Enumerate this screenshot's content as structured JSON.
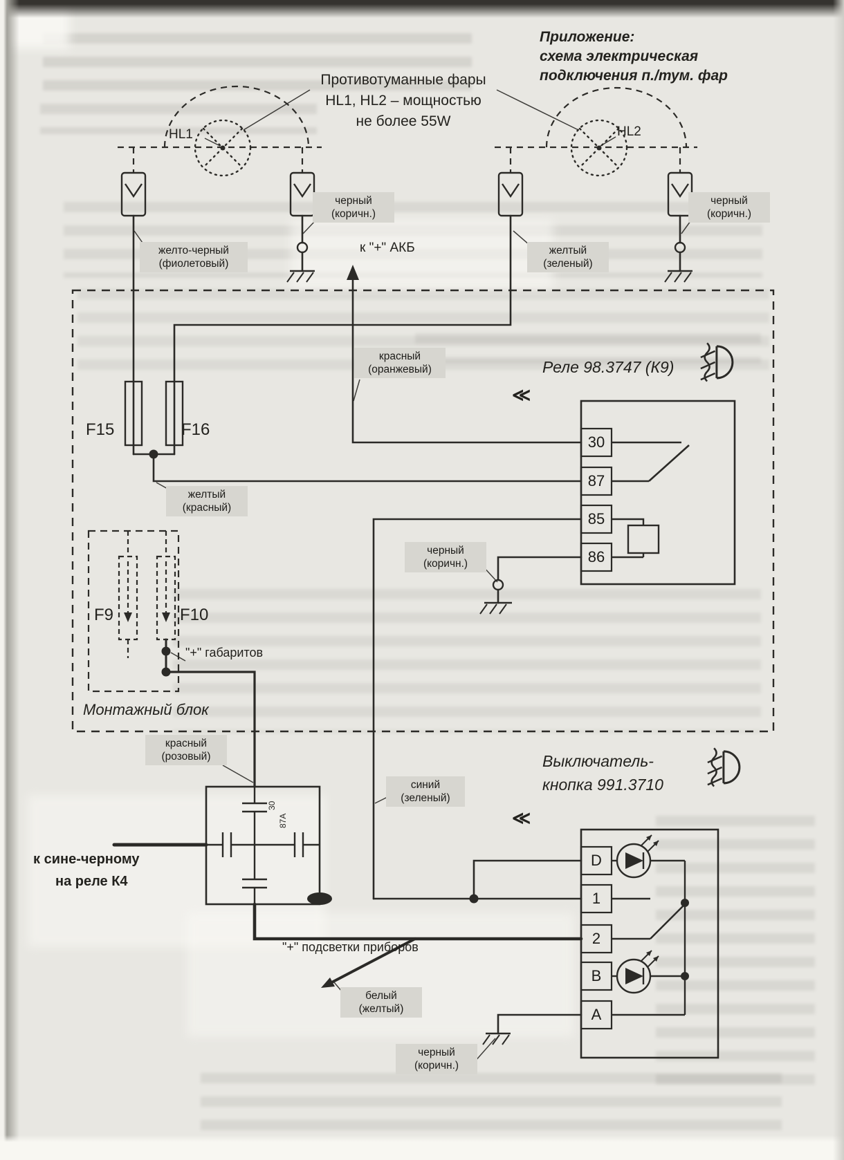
{
  "header": {
    "line1": "Приложение:",
    "line2": "схема электрическая",
    "line3": "подключения п./тум. фар"
  },
  "caption": {
    "line1": "Противотуманные фары",
    "line2": "HL1, HL2 – мощностью",
    "line3": "не более 55W"
  },
  "lamps": {
    "hl1": "HL1",
    "hl2": "HL2"
  },
  "battery_label": "к \"+\" АКБ",
  "mounting_block": {
    "title": "Монтажный блок",
    "f15": "F15",
    "f16": "F16",
    "f9": "F9",
    "f10": "F10",
    "gabarit_label": "\"+\" габаритов"
  },
  "relay": {
    "title": "Реле 98.3747 (К9)",
    "pin30": "30",
    "pin87": "87",
    "pin85": "85",
    "pin86": "86"
  },
  "switch": {
    "title_line1": "Выключатель-",
    "title_line2": "кнопка 991.3710",
    "pinD": "D",
    "pin1": "1",
    "pin2": "2",
    "pinB": "B",
    "pinA": "A"
  },
  "k4": {
    "note_line1": "к сине-черному",
    "note_line2": "на реле К4",
    "pin_a": "30",
    "pin_b": "87А"
  },
  "illumination_label": "\"+\" подсветки приборов",
  "wires": {
    "black_brown": {
      "l1": "черный",
      "l2": "(коричн.)"
    },
    "yellow_black_violet": {
      "l1": "желто-черный",
      "l2": "(фиолетовый)"
    },
    "yellow_green": {
      "l1": "желтый",
      "l2": "(зеленый)"
    },
    "red_orange": {
      "l1": "красный",
      "l2": "(оранжевый)"
    },
    "yellow_red": {
      "l1": "желтый",
      "l2": "(красный)"
    },
    "red_pink": {
      "l1": "красный",
      "l2": "(розовый)"
    },
    "blue_green": {
      "l1": "синий",
      "l2": "(зеленый)"
    },
    "white_yellow": {
      "l1": "белый",
      "l2": "(желтый)"
    }
  },
  "icons": {
    "double_chevron": "≪"
  }
}
